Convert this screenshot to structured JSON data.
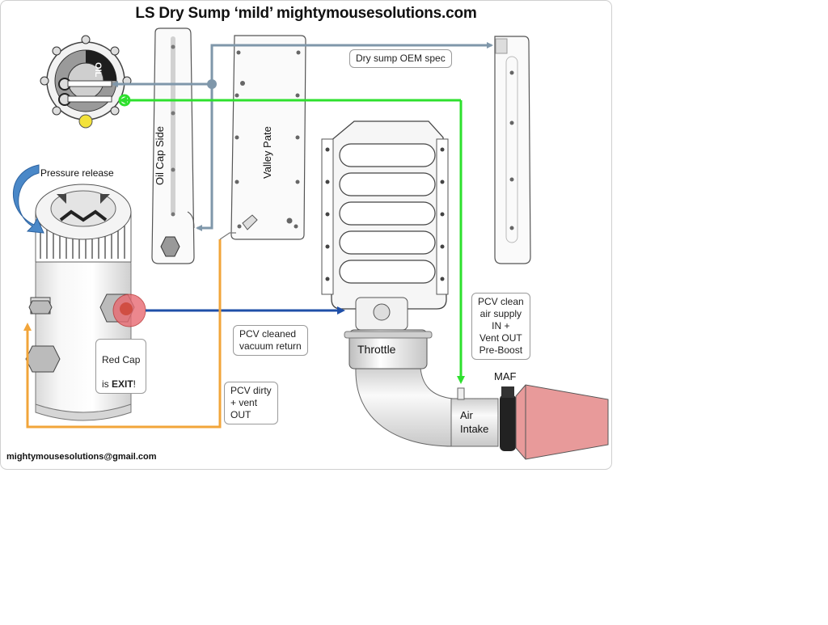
{
  "title": "LS Dry Sump ‘mild’ mightymousesolutions.com",
  "email": "mightymousesolutions@gmail.com",
  "labels": {
    "dry_sump_oem": "Dry sump OEM spec",
    "oil_cap_side": "Oil Cap Side",
    "valley_plate": "Valley Pate",
    "pressure_release": "Pressure release",
    "pcv_cleaned": "PCV cleaned\nvacuum return",
    "pcv_clean_air": "PCV clean\nair supply\nIN +\nVent OUT\nPre-Boost",
    "red_cap_1": "Red Cap",
    "red_cap_2a": "is ",
    "red_cap_2b": "EXIT",
    "red_cap_2c": "!",
    "pcv_dirty": "PCV dirty\n+ vent\n  OUT",
    "throttle": "Throttle",
    "maf": "MAF",
    "air_intake": "Air\nIntake",
    "oil_cap_text": "OIL"
  },
  "colors": {
    "gray_line": "#7f97aa",
    "green_line": "#2ee02e",
    "blue_line": "#1f4fa8",
    "orange_line": "#f2a53a",
    "red_cap": "#e86a72",
    "filter_cone": "#e89a9a",
    "yellow_fitting": "#f3e23a"
  }
}
